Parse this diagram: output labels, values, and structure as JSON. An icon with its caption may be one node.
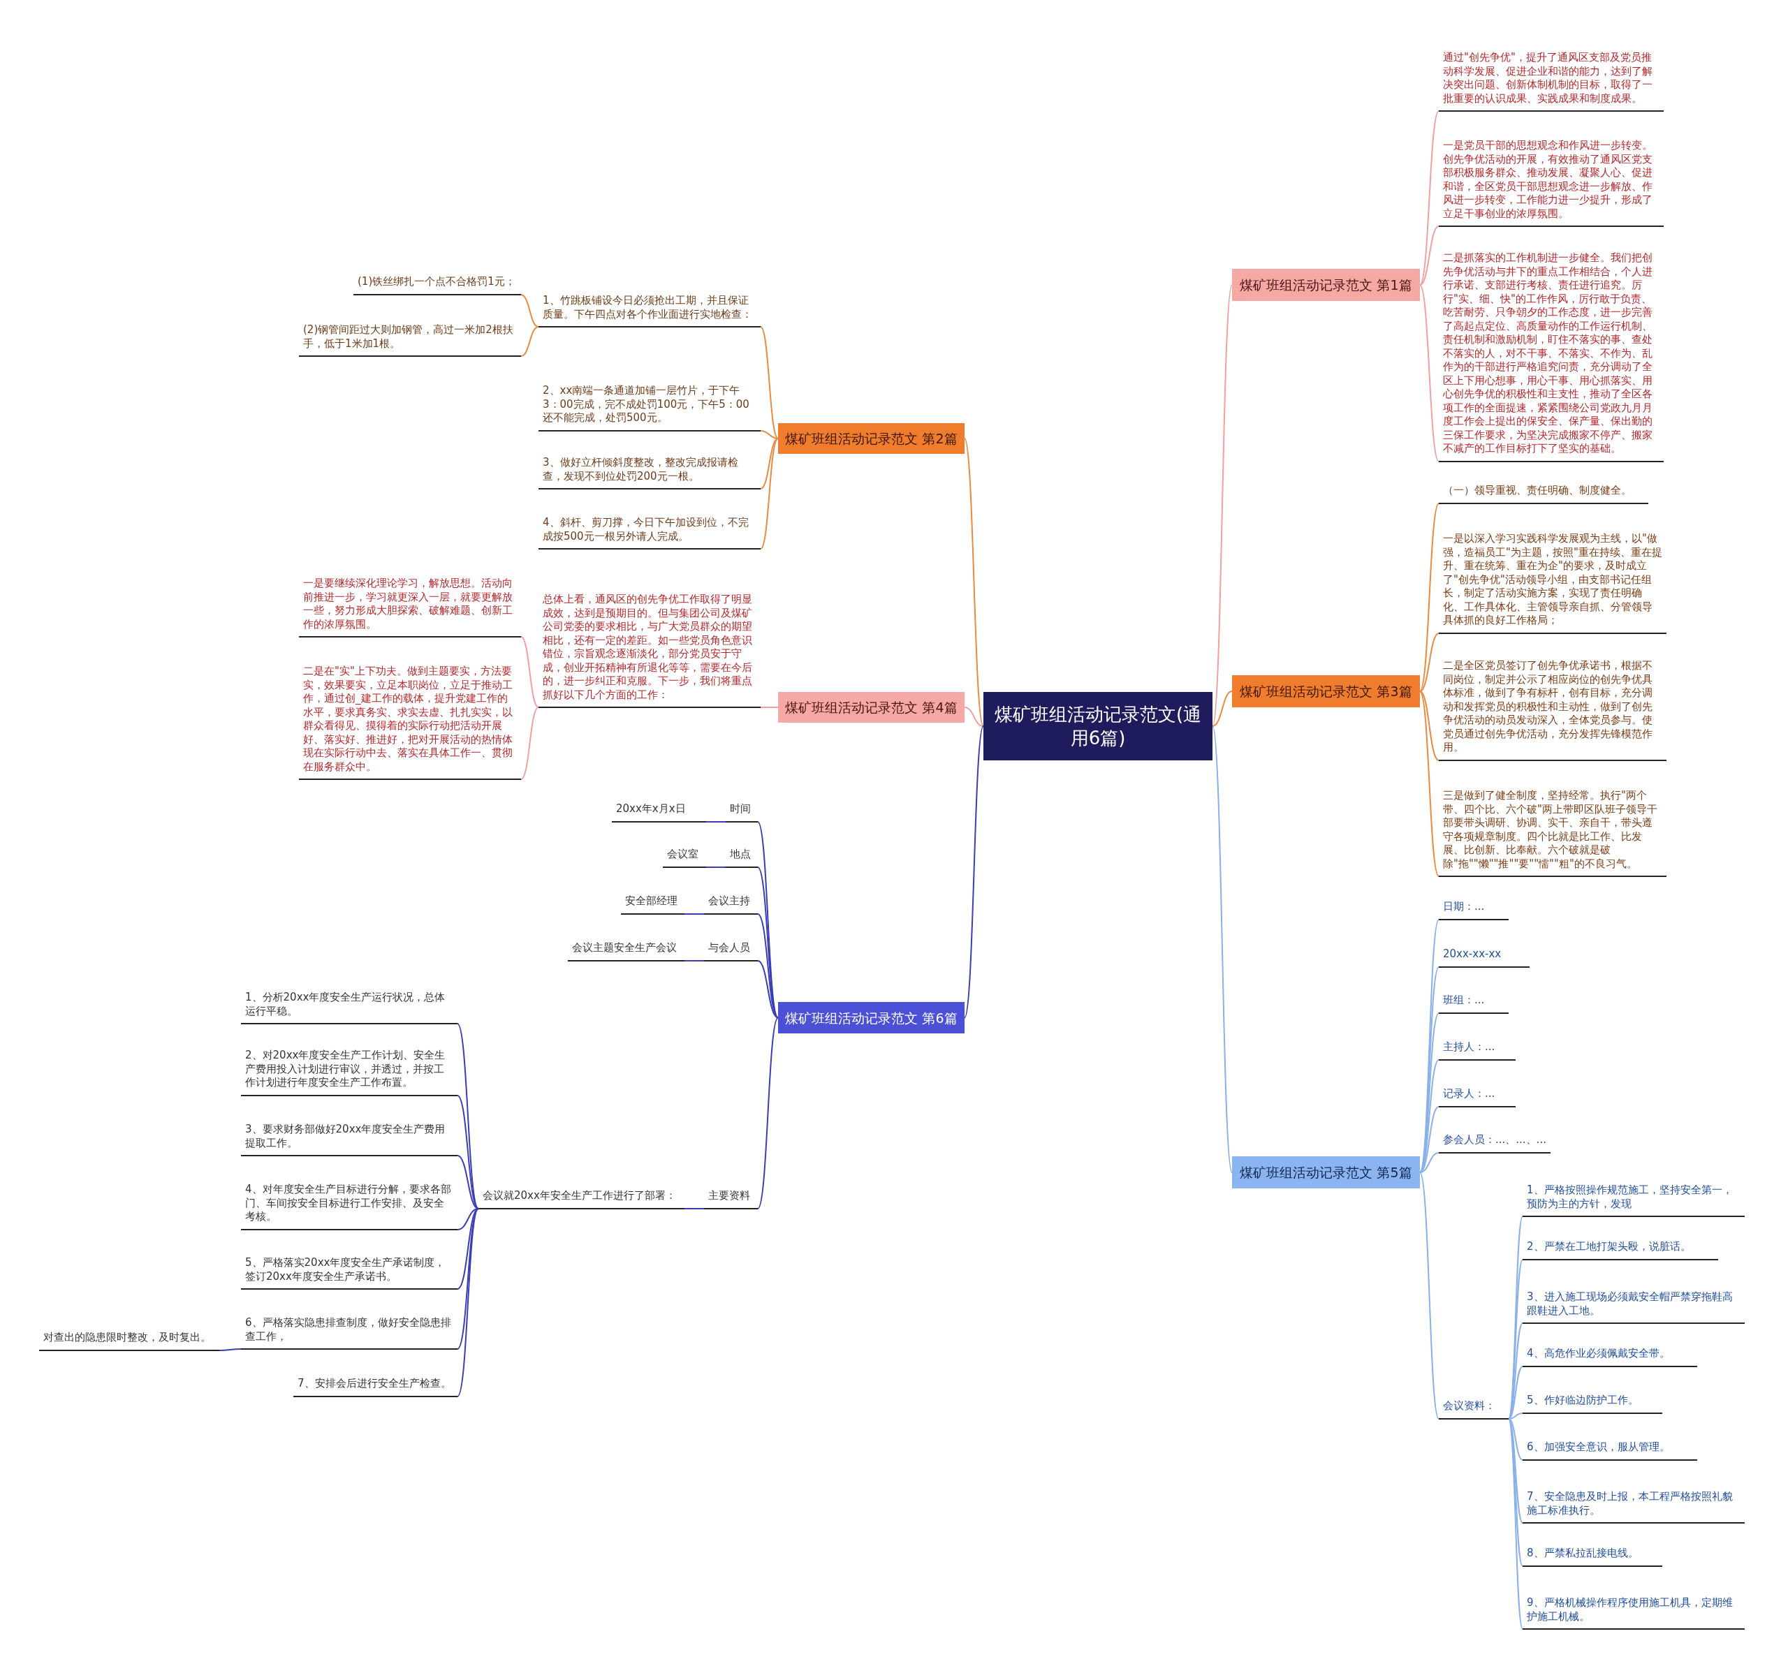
{
  "diagram": {
    "nodes": [
      {
        "text": [
          "煤矿班组活动记录范文(通用6篇)"
        ]
      },
      {
        "text": [
          "煤矿班组活动记录范文 第1篇"
        ]
      },
      {
        "text": [
          "通过\"创先争优\"，提升了通风区支部及党员推动科学发展、促进企业和谐的能力，达到了解决突出问题、创新体制机制的目标，取得了一批重要的认识成果、实践成果和制度成果。"
        ]
      },
      {
        "text": [
          "一是党员干部的思想观念和作风进一步转变。创先争优活动的开展，有效推动了通风区党支部积极服务群众、推动发展、凝聚人心、促进和谐，全区党员干部思想观念进一步解放、作风进一步转变，工作能力进一少提升，形成了立足干事创业的浓厚氛围。"
        ]
      },
      {
        "text": [
          "二是抓落实的工作机制进一步健全。我们把创先争优活动与井下的重点工作相结合，个人进行承诺、支部进行考核、责任进行追究。厉行\"实、细、快\"的工作作风，厉行敢于负责、吃苦耐劳、只争朝夕的工作态度，进一步完善了高起点定位、高质量动作的工作运行机制、责任机制和激励机制，盯住不落实的事、查处不落实的人，对不干事、不落实、不作为、乱作为的干部进行严格追究问责，充分调动了全区上下用心想事，用心干事、用心抓落实、用心创先争优的积极性和主支性，推动了全区各项工作的全面提速，紧紧围绕公司党政九月月度工作会上提出的保安全、保产量、保出勤的三保工作要求，为坚决完成搬家不停产、搬家不减产的工作目标打下了坚实的基础。"
        ]
      },
      {
        "text": [
          "煤矿班组活动记录范文 第3篇"
        ]
      },
      {
        "text": [
          "（一）领导重视、责任明确、制度健全。"
        ]
      },
      {
        "text": [
          "一是以深入学习实践科学发展观为主线，以\"做强，造福员工\"为主题，按照\"重在持续、重在提升、重在统筹、重在为企\"的要求，及时成立了\"创先争优\"活动领导小组，由支部书记任组长，制定了活动实施方案，实现了责任明确化、工作具体化、主管领导亲自抓、分管领导具体抓的良好工作格局；"
        ]
      },
      {
        "text": [
          "二是全区党员签订了创先争优承诺书，根据不同岗位，制定并公示了相应岗位的创先争优具体标准，做到了争有标杆，创有目标，充分调动和发挥党员的积极性和主动性，做到了创先争优活动的动员发动深入，全体党员参与。使党员通过创先争优活动，充分发挥先锋模范作用。"
        ]
      },
      {
        "text": [
          "三是做到了健全制度，坚持经常。执行\"两个带、四个比、六个破\"两上带即区队班子领导干部要带头调研、协调、实干、亲自干，带头遵守各项规章制度。四个比就是比工作、比发展、比创新、比奉献。六个破就是破除\"拖\"\"懒\"\"推\"\"要\"\"懦\"\"粗\"的不良习气。"
        ]
      },
      {
        "text": [
          "煤矿班组活动记录范文 第5篇"
        ]
      },
      {
        "text": [
          "日期：..."
        ]
      },
      {
        "text": [
          "20xx-xx-xx"
        ]
      },
      {
        "text": [
          "班组：..."
        ]
      },
      {
        "text": [
          "主持人：..."
        ]
      },
      {
        "text": [
          "记录人：..."
        ]
      },
      {
        "text": [
          "参会人员：...、...、..."
        ]
      },
      {
        "text": [
          "会议资料："
        ]
      },
      {
        "text": [
          "1、严格按照操作规范施工，坚持安全第一，预防为主的方针，发现"
        ]
      },
      {
        "text": [
          "2、严禁在工地打架头殴，说脏话。"
        ]
      },
      {
        "text": [
          "3、进入施工现场必须戴安全帽严禁穿拖鞋高跟鞋进入工地。"
        ]
      },
      {
        "text": [
          "4、高危作业必须佩戴安全带。"
        ]
      },
      {
        "text": [
          "5、作好临边防护工作。"
        ]
      },
      {
        "text": [
          "6、加强安全意识，服从管理。"
        ]
      },
      {
        "text": [
          "7、安全隐患及时上报，本工程严格按照礼貌施工标准执行。"
        ]
      },
      {
        "text": [
          "8、严禁私拉乱接电线。"
        ]
      },
      {
        "text": [
          "9、严格机械操作程序使用施工机具，定期维护施工机械。"
        ]
      },
      {
        "text": [
          "煤矿班组活动记录范文 第2篇"
        ]
      },
      {
        "text": [
          "1、竹跳板铺设今日必须抢出工期，并且保证质量。下午四点对各个作业面进行实地检查："
        ]
      },
      {
        "text": [
          "(1)铁丝绑扎一个点不合格罚1元；"
        ]
      },
      {
        "text": [
          "(2)钢管间距过大则加钢管，高过一米加2根扶手，低于1米加1根。"
        ]
      },
      {
        "text": [
          "2、xx南端一条通道加铺一层竹片，于下午3：00完成，完不成处罚100元，下午5：00还不能完成，处罚500元。"
        ]
      },
      {
        "text": [
          "3、做好立杆倾斜度整改，整改完成报请检查，发现不到位处罚200元一根。"
        ]
      },
      {
        "text": [
          "4、斜杆、剪刀撑，今日下午加设到位，不完成按500元一根另外请人完成。"
        ]
      },
      {
        "text": [
          "煤矿班组活动记录范文 第4篇"
        ]
      },
      {
        "text": [
          "总体上看，通风区的创先争优工作取得了明显成效，达到是预期目的。但与集团公司及煤矿公司党委的要求相比，与广大党员群众的期望相比，还有一定的差距。如一些党员角色意识错位，宗旨观念逐渐淡化，部分党员安于守成，创业开拓精神有所退化等等，需要在今后的，进一步纠正和克服。下一步，我们将重点抓好以下几个方面的工作："
        ]
      },
      {
        "text": [
          "一是要继续深化理论学习，解放思想。活动向前推进一步，学习就更深入一层，就要更解放一些，努力形成大胆探索、破解难题、创新工作的浓厚氛围。"
        ]
      },
      {
        "text": [
          "二是在\"实\"上下功夫。做到主题要实，方法要实，效果要实，立足本职岗位，立足于推动工作，通过创_建工作的载体，提升党建工作的水平，要求真务实、求实去虚、扎扎实实，以群众看得见、摸得着的实际行动把活动开展好、落实好、推进好，把对开展活动的热情体现在实际行动中去、落实在具体工作一、贯彻在服务群众中。"
        ]
      },
      {
        "text": [
          "煤矿班组活动记录范文 第6篇"
        ]
      },
      {
        "text": [
          "时间"
        ]
      },
      {
        "text": [
          "20xx年x月x日"
        ]
      },
      {
        "text": [
          "地点"
        ]
      },
      {
        "text": [
          "会议室"
        ]
      },
      {
        "text": [
          "会议主持"
        ]
      },
      {
        "text": [
          "安全部经理"
        ]
      },
      {
        "text": [
          "与会人员"
        ]
      },
      {
        "text": [
          "会议主题安全生产会议"
        ]
      },
      {
        "text": [
          "主要资料"
        ]
      },
      {
        "text": [
          "会议就20xx年安全生产工作进行了部署："
        ]
      },
      {
        "text": [
          "1、分析20xx年度安全生产运行状况，总体运行平稳。"
        ]
      },
      {
        "text": [
          "2、对20xx年度安全生产工作计划、安全生产费用投入计划进行审议，并透过，并按工作计划进行年度安全生产工作布置。"
        ]
      },
      {
        "text": [
          "3、要求财务部做好20xx年度安全生产费用提取工作。"
        ]
      },
      {
        "text": [
          "4、对年度安全生产目标进行分解，要求各部门、车间按安全目标进行工作安排、及安全考核。"
        ]
      },
      {
        "text": [
          "5、严格落实20xx年度安全生产承诺制度，签订20xx年度安全生产承诺书。"
        ]
      },
      {
        "text": [
          "6、严格落实隐患排查制度，做好安全隐患排查工作，"
        ]
      },
      {
        "text": [
          "7、安排会后进行安全生产检查。"
        ]
      },
      {
        "text": [
          "对查出的隐患限时整改，及时复出。"
        ]
      }
    ],
    "edges": [
      {
        "from": 0,
        "to": 1,
        "arrow": "none",
        "color": "#f0a0a0"
      },
      {
        "from": 0,
        "to": 5,
        "arrow": "none",
        "color": "#e98a3e"
      },
      {
        "from": 0,
        "to": 10,
        "arrow": "none",
        "color": "#8ab0ea"
      },
      {
        "from": 0,
        "to": 27,
        "arrow": "none",
        "color": "#e98a3e"
      },
      {
        "from": 0,
        "to": 34,
        "arrow": "none",
        "color": "#f0a0a0"
      },
      {
        "from": 0,
        "to": 38,
        "arrow": "none"
      },
      {
        "from": 1,
        "to": 2,
        "arrow": "none",
        "color": "#f0a0a0"
      },
      {
        "from": 1,
        "to": 3,
        "arrow": "none",
        "color": "#f0a0a0"
      },
      {
        "from": 1,
        "to": 4,
        "arrow": "none",
        "color": "#f0a0a0"
      },
      {
        "from": 5,
        "to": 6,
        "arrow": "none",
        "color": "#e98a3e"
      },
      {
        "from": 5,
        "to": 7,
        "arrow": "none",
        "color": "#e98a3e"
      },
      {
        "from": 5,
        "to": 8,
        "arrow": "none",
        "color": "#e98a3e"
      },
      {
        "from": 5,
        "to": 9,
        "arrow": "none",
        "color": "#e98a3e"
      },
      {
        "from": 10,
        "to": 11,
        "arrow": "none",
        "color": "#8ab0ea"
      },
      {
        "from": 10,
        "to": 12,
        "arrow": "none",
        "color": "#8ab0ea"
      },
      {
        "from": 10,
        "to": 13,
        "arrow": "none",
        "color": "#8ab0ea"
      },
      {
        "from": 10,
        "to": 14,
        "arrow": "none",
        "color": "#8ab0ea"
      },
      {
        "from": 10,
        "to": 15,
        "arrow": "none",
        "color": "#8ab0ea"
      },
      {
        "from": 10,
        "to": 16,
        "arrow": "none",
        "color": "#8ab0ea"
      },
      {
        "from": 10,
        "to": 17,
        "arrow": "none",
        "color": "#8ab0ea"
      },
      {
        "from": 17,
        "to": 18,
        "arrow": "none",
        "color": "#8ab0ea"
      },
      {
        "from": 17,
        "to": 19,
        "arrow": "none",
        "color": "#8ab0ea"
      },
      {
        "from": 17,
        "to": 20,
        "arrow": "none",
        "color": "#8ab0ea"
      },
      {
        "from": 17,
        "to": 21,
        "arrow": "none",
        "color": "#8ab0ea"
      },
      {
        "from": 17,
        "to": 22,
        "arrow": "none",
        "color": "#8ab0ea"
      },
      {
        "from": 17,
        "to": 23,
        "arrow": "none",
        "color": "#8ab0ea"
      },
      {
        "from": 17,
        "to": 24,
        "arrow": "none",
        "color": "#8ab0ea"
      },
      {
        "from": 17,
        "to": 25,
        "arrow": "none",
        "color": "#8ab0ea"
      },
      {
        "from": 17,
        "to": 26,
        "arrow": "none",
        "color": "#8ab0ea"
      },
      {
        "from": 27,
        "to": 28,
        "arrow": "none",
        "color": "#e98a3e"
      },
      {
        "from": 28,
        "to": 29,
        "arrow": "none",
        "color": "#e98a3e"
      },
      {
        "from": 28,
        "to": 30,
        "arrow": "none",
        "color": "#e98a3e"
      },
      {
        "from": 27,
        "to": 31,
        "arrow": "none",
        "color": "#e98a3e"
      },
      {
        "from": 27,
        "to": 32,
        "arrow": "none",
        "color": "#e98a3e"
      },
      {
        "from": 27,
        "to": 33,
        "arrow": "none",
        "color": "#e98a3e"
      },
      {
        "from": 34,
        "to": 35,
        "arrow": "none",
        "color": "#f0a0a0"
      },
      {
        "from": 35,
        "to": 36,
        "arrow": "none",
        "color": "#f0a0a0"
      },
      {
        "from": 35,
        "to": 37,
        "arrow": "none",
        "color": "#f0a0a0"
      },
      {
        "from": 38,
        "to": 39,
        "arrow": "none"
      },
      {
        "from": 39,
        "to": 40,
        "arrow": "none"
      },
      {
        "from": 38,
        "to": 41,
        "arrow": "none"
      },
      {
        "from": 41,
        "to": 42,
        "arrow": "none"
      },
      {
        "from": 38,
        "to": 43,
        "arrow": "none"
      },
      {
        "from": 43,
        "to": 44,
        "arrow": "none"
      },
      {
        "from": 38,
        "to": 45,
        "arrow": "none"
      },
      {
        "from": 45,
        "to": 46,
        "arrow": "none"
      },
      {
        "from": 38,
        "to": 47,
        "arrow": "none"
      },
      {
        "from": 47,
        "to": 48,
        "arrow": "none"
      },
      {
        "from": 48,
        "to": 49,
        "arrow": "none"
      },
      {
        "from": 48,
        "to": 50,
        "arrow": "none"
      },
      {
        "from": 48,
        "to": 51,
        "arrow": "none"
      },
      {
        "from": 48,
        "to": 52,
        "arrow": "none"
      },
      {
        "from": 48,
        "to": 53,
        "arrow": "none"
      },
      {
        "from": 48,
        "to": 54,
        "arrow": "none"
      },
      {
        "from": 48,
        "to": 55,
        "arrow": "none"
      },
      {
        "from": 54,
        "to": 56,
        "arrow": "none"
      }
    ]
  }
}
